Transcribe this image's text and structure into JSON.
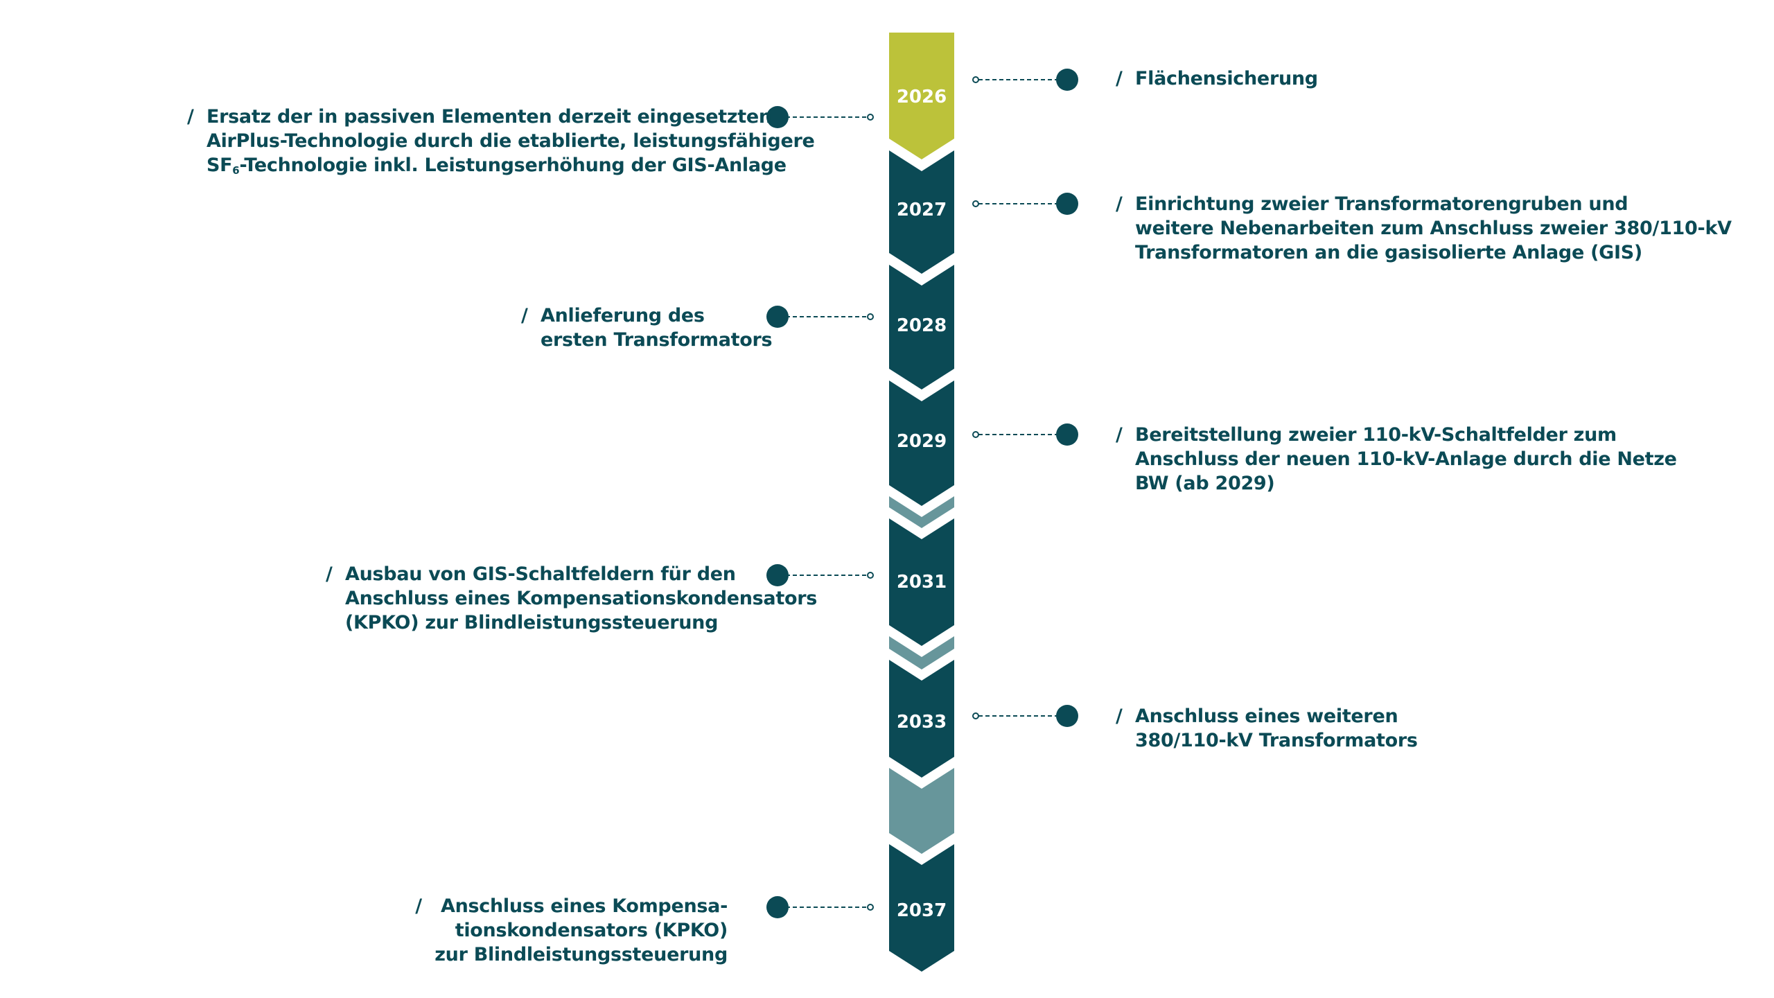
{
  "colors": {
    "dark": "#0b4a55",
    "accent": "#bcc23a",
    "light": "#67969b",
    "text": "#0b4a55"
  },
  "timeline": {
    "segments": [
      {
        "year": "2026",
        "style": "accent"
      },
      {
        "year": "2027",
        "style": "dark"
      },
      {
        "year": "2028",
        "style": "dark"
      },
      {
        "year": "2029",
        "style": "dark"
      },
      {
        "year": "",
        "style": "light"
      },
      {
        "year": "2031",
        "style": "dark"
      },
      {
        "year": "",
        "style": "light"
      },
      {
        "year": "2033",
        "style": "dark"
      },
      {
        "year": "",
        "style": "light"
      },
      {
        "year": "2037",
        "style": "dark"
      }
    ],
    "separator": "/"
  },
  "events": {
    "e2026_right": {
      "lines": [
        "Flächensicherung"
      ]
    },
    "e2026_left": {
      "lines": [
        "Ersatz der in passiven Elementen derzeit eingesetzten",
        "AirPlus-Technologie durch die etablierte, leistungsfähigere",
        "-Technologie inkl. Leistungserhöhung der GIS-Anlage"
      ],
      "formula_base": "SF",
      "formula_sub": "6"
    },
    "e2027_right": {
      "lines": [
        "Einrichtung zweier Transformatorengruben und",
        "weitere Nebenarbeiten zum Anschluss zweier 380/110-kV",
        "Transformatoren an die gasisolierte Anlage (GIS)"
      ]
    },
    "e2028_left": {
      "lines": [
        "Anlieferung des",
        "ersten Transformators"
      ]
    },
    "e2029_right": {
      "lines": [
        "Bereitstellung zweier 110-kV-Schaltfelder zum",
        "Anschluss der neuen 110-kV-Anlage durch die Netze",
        "BW (ab 2029)"
      ]
    },
    "e2031_left": {
      "lines": [
        "Ausbau von GIS-Schaltfeldern für den",
        "Anschluss eines Kompensationskondensators",
        "(KPKO) zur Blindleistungssteuerung"
      ]
    },
    "e2033_right": {
      "lines": [
        "Anschluss eines weiteren",
        "380/110-kV Transformators"
      ]
    },
    "e2037_left": {
      "lines": [
        "Anschluss eines Kompensa-",
        "tionskondensators (KPKO)",
        "zur Blindleistungssteuerung"
      ]
    }
  }
}
